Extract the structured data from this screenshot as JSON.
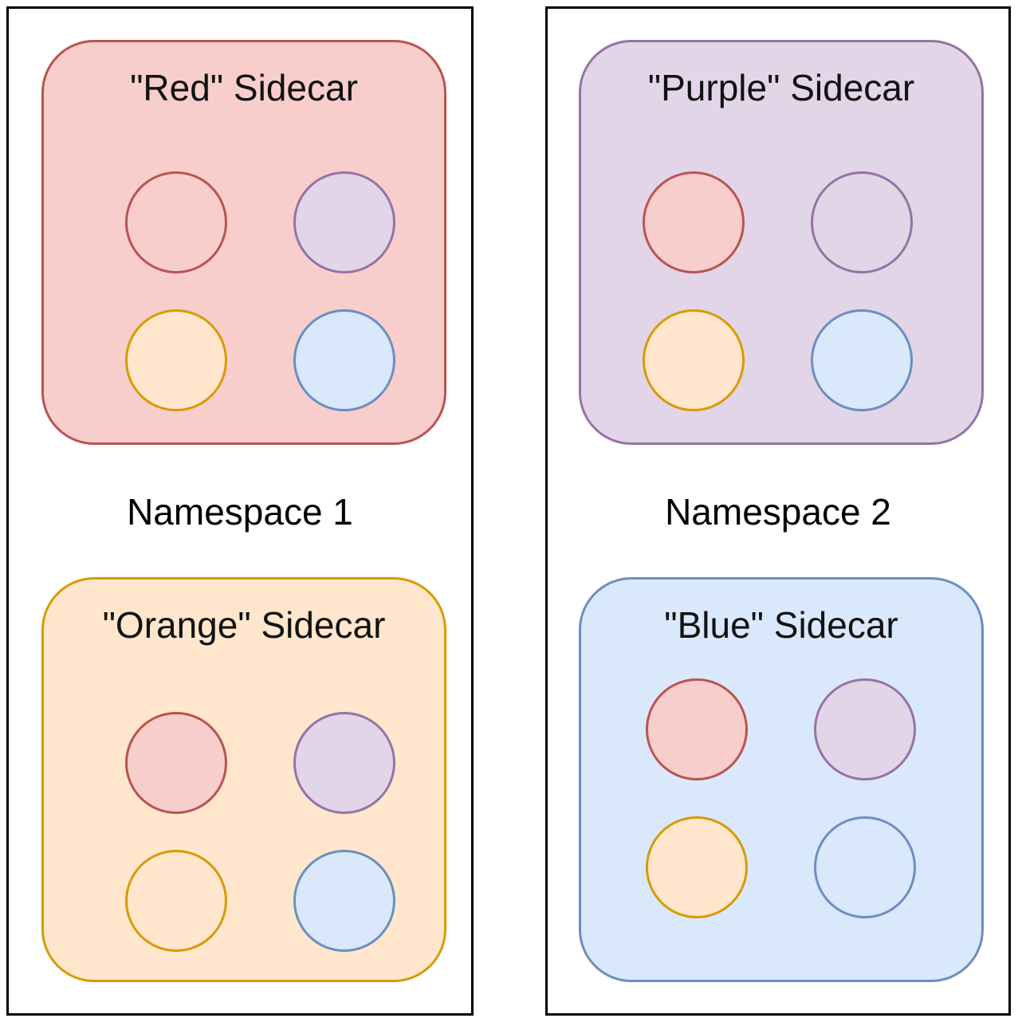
{
  "namespaces": [
    {
      "label": "Namespace 1",
      "sidecars": [
        {
          "title": "\"Red\" Sidecar",
          "color": "red",
          "dots": [
            "red",
            "purple",
            "orange",
            "blue"
          ]
        },
        {
          "title": "\"Orange\" Sidecar",
          "color": "orange",
          "dots": [
            "red",
            "purple",
            "orange",
            "blue"
          ]
        }
      ]
    },
    {
      "label": "Namespace 2",
      "sidecars": [
        {
          "title": "\"Purple\" Sidecar",
          "color": "purple",
          "dots": [
            "red",
            "purple",
            "orange",
            "blue"
          ]
        },
        {
          "title": "\"Blue\" Sidecar",
          "color": "blue",
          "dots": [
            "red",
            "purple",
            "orange",
            "blue"
          ]
        }
      ]
    }
  ],
  "colors": {
    "red": {
      "fill": "#f8cecc",
      "stroke": "#b85450"
    },
    "purple": {
      "fill": "#e1d5e7",
      "stroke": "#9673a6"
    },
    "orange": {
      "fill": "#ffe6cc",
      "stroke": "#d79b00"
    },
    "blue": {
      "fill": "#dae8fc",
      "stroke": "#6c8ebf"
    }
  }
}
